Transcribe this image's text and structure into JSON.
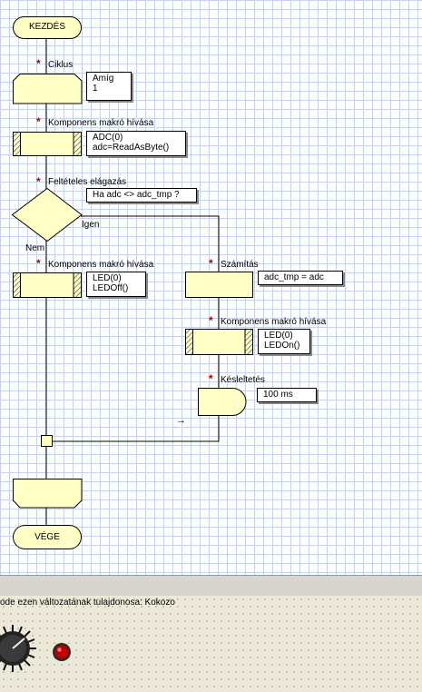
{
  "flowchart": {
    "start_label": "KEZDÉS",
    "end_label": "VÉGE",
    "loop": {
      "title": "Ciklus",
      "note": [
        "Amíg",
        "1"
      ]
    },
    "macro1": {
      "title": "Komponens makró hívása",
      "note": [
        "ADC(0)",
        "adc=ReadAsByte()"
      ]
    },
    "decision": {
      "title": "Feltételes elágazás",
      "note": [
        "Ha adc <> adc_tmp ?"
      ],
      "yes_label": "Igen",
      "no_label": "Nem"
    },
    "macro_no": {
      "title": "Komponens makró hívása",
      "note": [
        "LED(0)",
        "LEDOff()"
      ]
    },
    "calc": {
      "title": "Számítás",
      "note": [
        "adc_tmp = adc"
      ]
    },
    "macro_yes": {
      "title": "Komponens makró hívása",
      "note": [
        "LED(0)",
        "LEDOn()"
      ]
    },
    "delay": {
      "title": "Késleltetés",
      "note": [
        "100 ms"
      ]
    },
    "arrow_glyph": "→"
  },
  "panel": {
    "owner_text": "ode ezen változatának tulajdonosa: Kokozo"
  },
  "colors": {
    "block_fill": "#ffffc6",
    "grid": "#c6d3e8",
    "star": "#b00000",
    "led": "#c00000"
  }
}
